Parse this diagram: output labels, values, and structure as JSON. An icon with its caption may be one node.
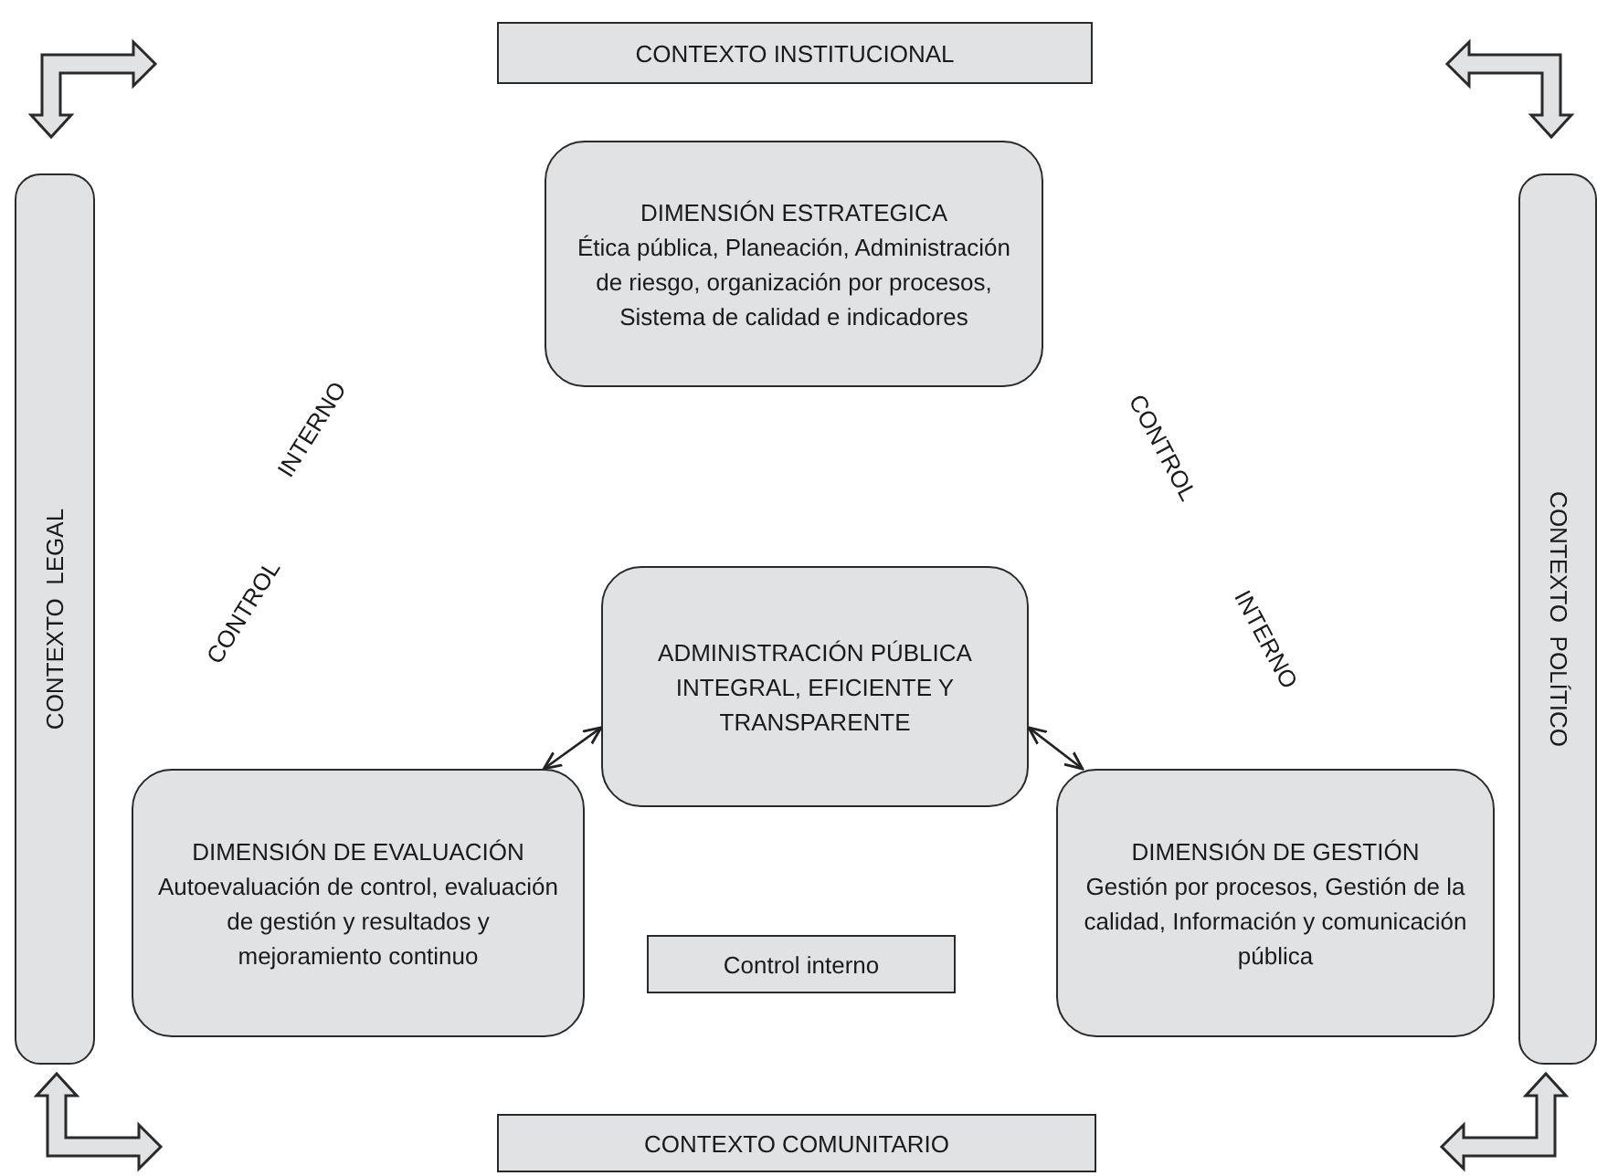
{
  "diagram": {
    "nodes": [
      {
        "text": [
          "CONTEXTO INSTITUCIONAL"
        ]
      },
      {
        "text": [
          "CONTEXTO  LEGAL"
        ]
      },
      {
        "text": [
          "DIMENSIÓN ESTRATEGICA",
          "Ética pública, Planeación, Administración de riesgo, organización por procesos, Sistema de calidad e indicadores"
        ]
      },
      {
        "text": [
          "CONTEXTO  POLÍTICO"
        ]
      },
      {
        "text": [
          "ADMINISTRACIÓN PÚBLICA INTEGRAL, EFICIENTE Y TRANSPARENTE"
        ]
      },
      {
        "text": [
          "DIMENSIÓN DE EVALUACIÓN",
          "Autoevaluación de control, evaluación de gestión y resultados y mejoramiento continuo"
        ]
      },
      {
        "text": [
          "Control interno"
        ]
      },
      {
        "text": [
          "DIMENSIÓN DE GESTIÓN",
          "Gestión por procesos, Gestión de la calidad, Información y comunicación pública"
        ]
      },
      {
        "text": [
          "CONTEXTO COMUNITARIO"
        ]
      }
    ],
    "edges": [
      {
        "from": 4,
        "to": 5,
        "arrow": "both"
      },
      {
        "from": 4,
        "to": 7,
        "arrow": "both"
      }
    ],
    "labels": [
      "INTERNO",
      "CONTROL",
      "CONTROL",
      "INTERNO"
    ]
  }
}
